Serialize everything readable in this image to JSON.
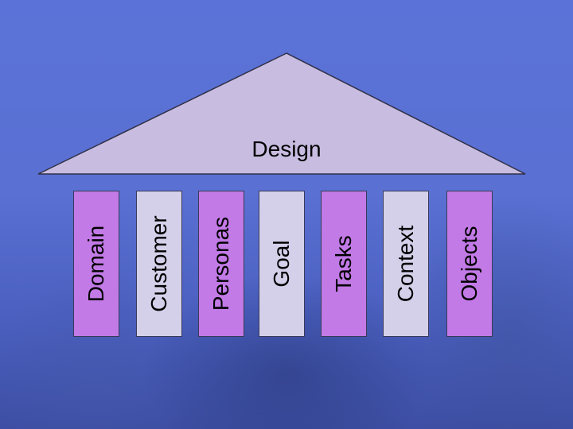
{
  "roof": {
    "label": "Design",
    "fill": "#c8bde0"
  },
  "pillars": [
    {
      "label": "Domain",
      "fill": "#c27ae6"
    },
    {
      "label": "Customer",
      "fill": "#d5d0ea"
    },
    {
      "label": "Personas",
      "fill": "#c27ae6"
    },
    {
      "label": "Goal",
      "fill": "#d5d0ea"
    },
    {
      "label": "Tasks",
      "fill": "#c27ae6"
    },
    {
      "label": "Context",
      "fill": "#d5d0ea"
    },
    {
      "label": "Objects",
      "fill": "#c27ae6"
    }
  ]
}
